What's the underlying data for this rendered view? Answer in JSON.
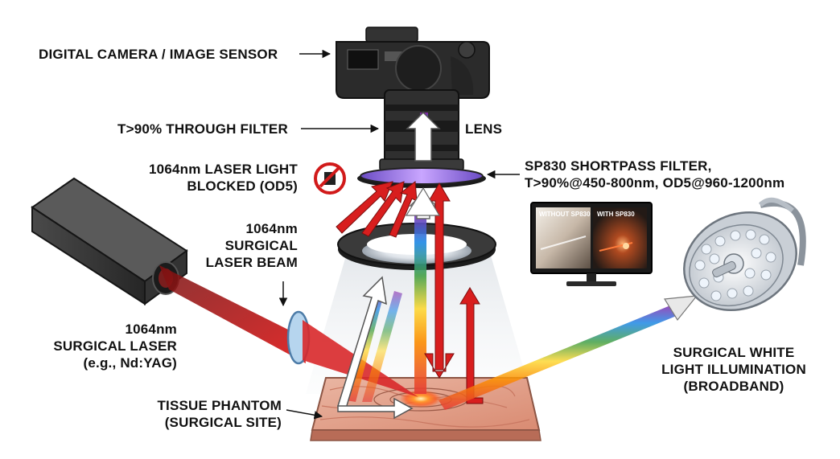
{
  "labels": {
    "camera": "DIGITAL CAMERA / IMAGE SENSOR",
    "through_filter": "T>90% THROUGH FILTER",
    "lens": "LENS",
    "blocked_line1": "1064nm LASER LIGHT",
    "blocked_line2": "BLOCKED (OD5)",
    "filter_line1": "SP830 SHORTPASS FILTER,",
    "filter_line2": "T>90%@450-800nm, OD5@960-1200nm",
    "beam_line1": "1064nm",
    "beam_line2": "SURGICAL",
    "beam_line3": "LASER BEAM",
    "laser_line1": "1064nm",
    "laser_line2": "SURGICAL LASER",
    "laser_line3": "(e.g., Nd:YAG)",
    "phantom_line1": "TISSUE PHANTOM",
    "phantom_line2": "(SURGICAL SITE)",
    "light_line1": "SURGICAL WHITE",
    "light_line2": "LIGHT ILLUMINATION",
    "light_line3": "(BROADBAND)"
  },
  "monitor": {
    "left_label": "WITHOUT SP830",
    "right_label": "WITH SP830"
  },
  "icons": {
    "blocked": "no-laser-icon"
  },
  "colors": {
    "laser_red": "#d81e1e",
    "filter_purple": "#8e5bd6",
    "tissue": "#e7a08a",
    "camera_body": "#2b2b2b"
  }
}
